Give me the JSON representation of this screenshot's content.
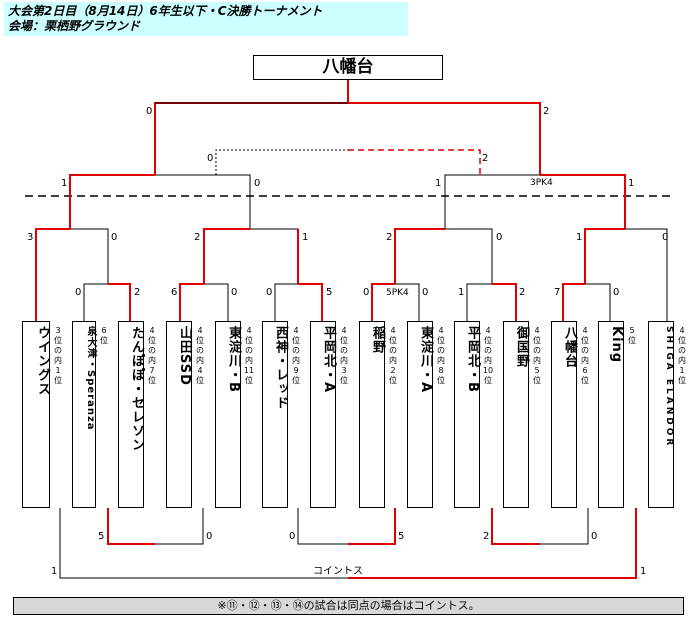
{
  "header": {
    "line1": "大会第2日目（8月14日）6年生以下・C決勝トーナメント",
    "line2": "会場：栗栖野グラウンド"
  },
  "champion": "八幡台",
  "teams": [
    {
      "name": "ウイングス",
      "rank": "3位の内1位"
    },
    {
      "name": "泉大津・Speranza",
      "rank": "6位"
    },
    {
      "name": "たんぽぽ・セレソン",
      "rank": "4位の内7位"
    },
    {
      "name": "山田SSD",
      "rank": "4位の内4位"
    },
    {
      "name": "東淀川・B",
      "rank": "4位の内11位"
    },
    {
      "name": "西神・レッド",
      "rank": "4位の内9位"
    },
    {
      "name": "平岡北・A",
      "rank": "4位の内3位"
    },
    {
      "name": "稲野",
      "rank": "4位の内2位"
    },
    {
      "name": "東淀川・A",
      "rank": "4位の内8位"
    },
    {
      "name": "平岡北・B",
      "rank": "4位の内10位"
    },
    {
      "name": "御国野",
      "rank": "4位の内5位"
    },
    {
      "name": "八幡台",
      "rank": "4位の内6位"
    },
    {
      "name": "King",
      "rank": "5位"
    },
    {
      "name": "SHIGA ELANDOR",
      "rank": "4位の内1位"
    }
  ],
  "scores": {
    "r1": [
      "0",
      "2",
      "6",
      "0",
      "0",
      "5",
      "0",
      "0",
      "1",
      "2",
      "7",
      "0"
    ],
    "r2": [
      "3",
      "0",
      "2",
      "1",
      "2",
      "0",
      "1",
      "0"
    ],
    "r3": [
      "1",
      "0",
      "1",
      "1"
    ],
    "semi_extra": [
      "0",
      "2"
    ],
    "final": [
      "0",
      "2"
    ],
    "bottom": [
      "5",
      "0",
      "0",
      "5",
      "2",
      "0"
    ],
    "coin": [
      "1",
      "1"
    ]
  },
  "labels": {
    "pk1": "3PK4",
    "pk2": "5PK4",
    "coin": "コイントス"
  },
  "footer": "※⑪・⑫・⑬・⑭の試合は同点の場合はコイントス。",
  "colors": {
    "win": "#e00000",
    "lose": "#000000",
    "header_bg": "#ccffff"
  }
}
